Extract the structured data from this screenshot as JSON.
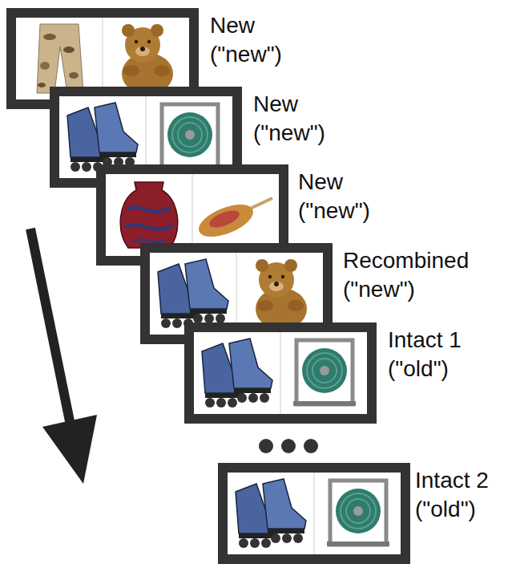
{
  "diagram": {
    "nodes": [
      {
        "text": [
          "New (\"new\")"
        ]
      },
      {
        "text": [
          "New (\"new\")"
        ]
      },
      {
        "text": [
          "New (\"new\")"
        ]
      },
      {
        "text": [
          "Recombined (\"new\")"
        ]
      },
      {
        "text": [
          "Intact 1 (\"old\")"
        ]
      },
      {
        "text": [
          "Intact 2 (\"old\")"
        ]
      }
    ]
  }
}
